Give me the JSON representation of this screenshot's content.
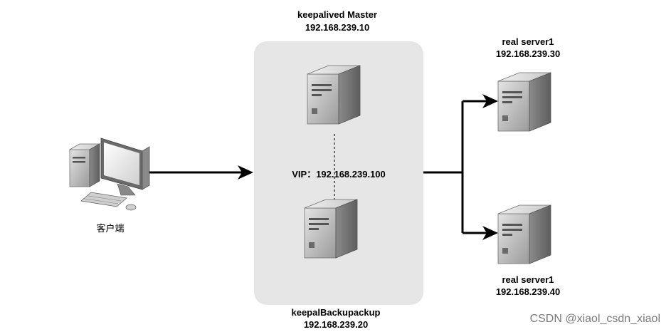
{
  "nodes": {
    "master": {
      "name": "keepalived  Master",
      "ip": "192.168.239.10"
    },
    "backup": {
      "name": "keepalBackupackup",
      "ip": "192.168.239.20"
    },
    "vip": "VIP：192.168.239.100",
    "real1": {
      "name": "real  server1",
      "ip": "192.168.239.30"
    },
    "real2": {
      "name": "real  server1",
      "ip": "192.168.239.40"
    },
    "client": {
      "name": "客户端"
    }
  },
  "watermark": "CSDN @xiaol_csdn_xiaol",
  "colors": {
    "group_bg": "#e6e6e6",
    "arrow": "#000000",
    "server_front": "#b8b8b8",
    "server_side": "#7c7c7c"
  },
  "icons": [
    "server-icon",
    "desktop-computer-icon"
  ]
}
